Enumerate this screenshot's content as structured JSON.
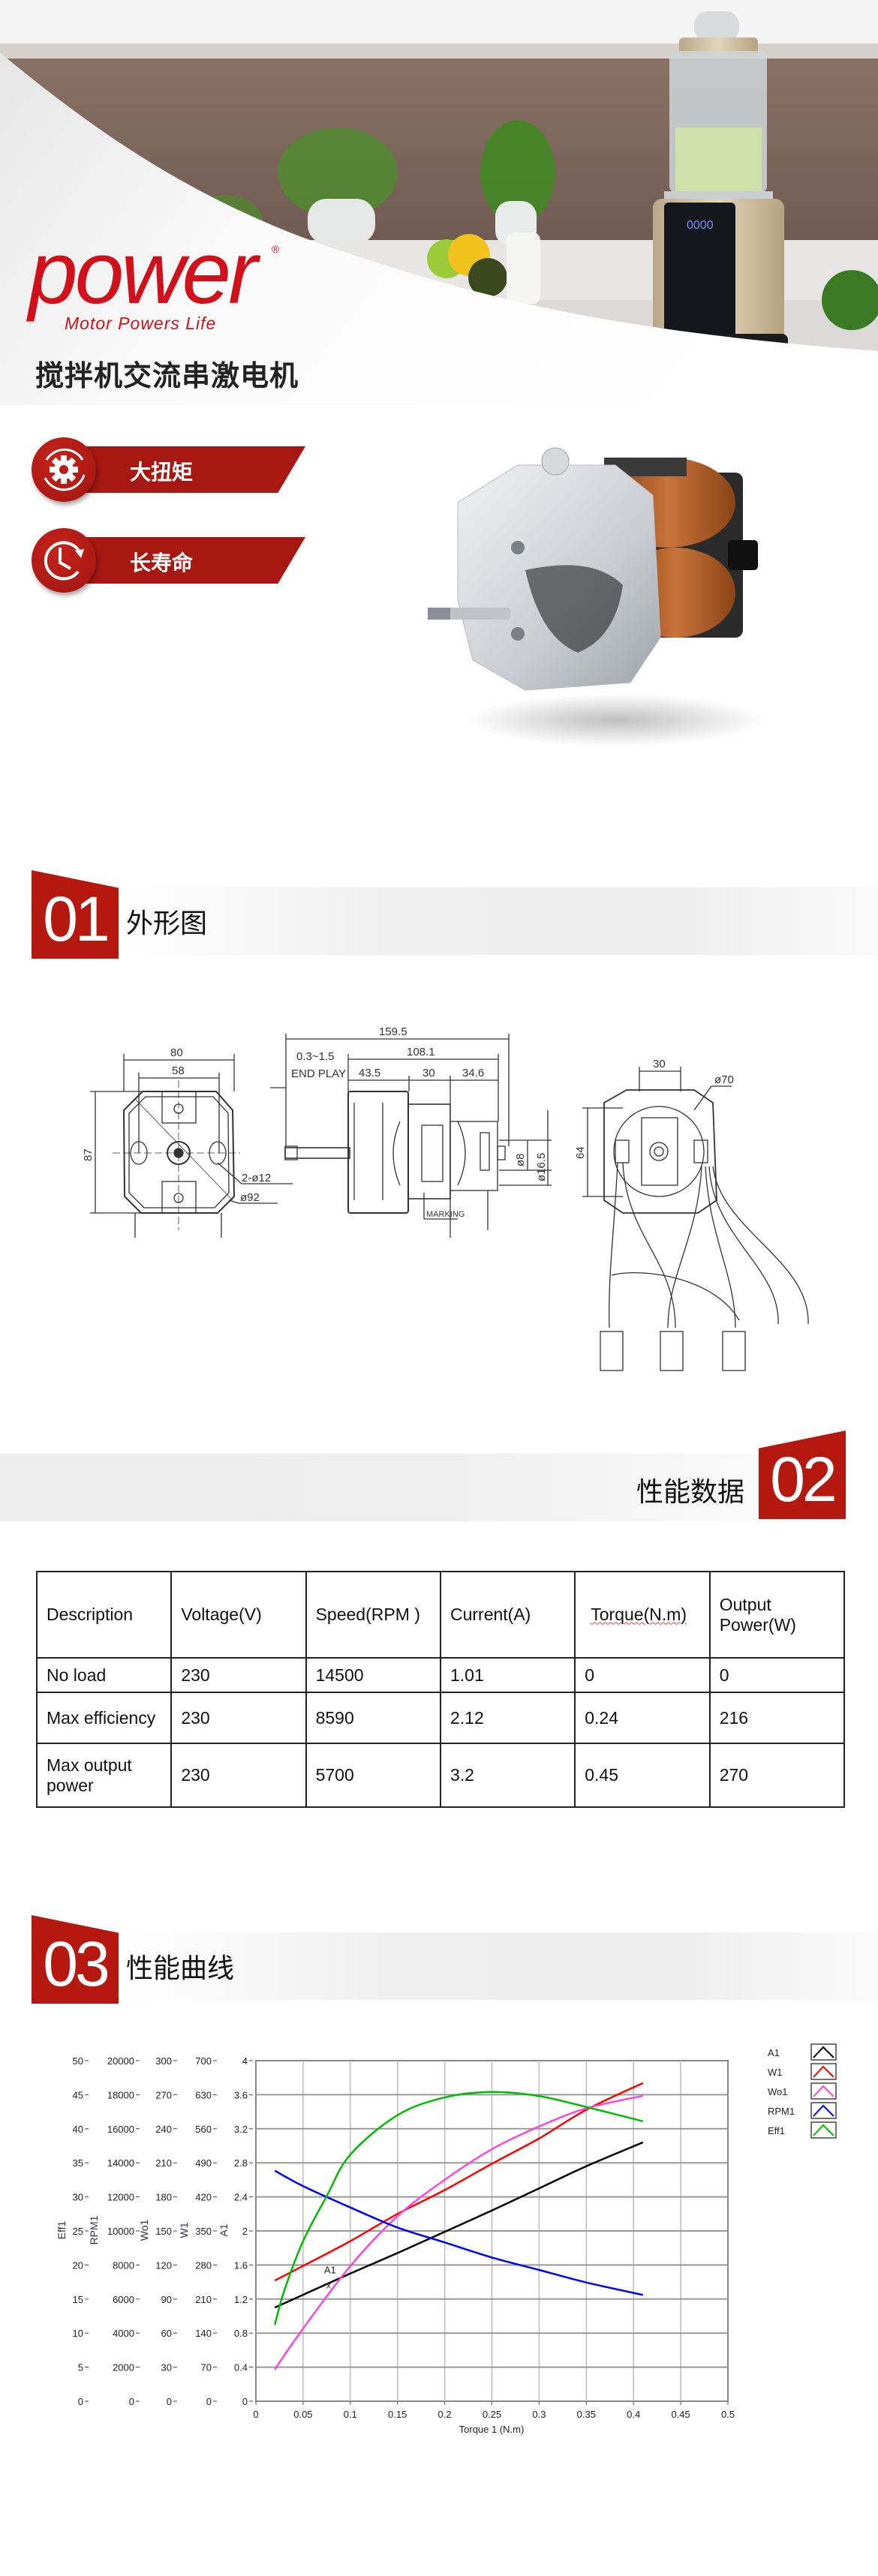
{
  "brand": {
    "logo_text": "power",
    "tagline": "Motor Powers Life",
    "registered": "®",
    "color": "#d0101a"
  },
  "product_title": "搅拌机交流串激电机",
  "hero": {
    "blender_display": "0000"
  },
  "features": [
    {
      "label": "大扭矩",
      "icon": "gear-icon"
    },
    {
      "label": "长寿命",
      "icon": "clock-icon"
    }
  ],
  "sections": [
    {
      "number": "01",
      "title": "外形图"
    },
    {
      "number": "02",
      "title": "性能数据"
    },
    {
      "number": "03",
      "title": "性能曲线"
    }
  ],
  "accent_color": "#b5180f",
  "drawing": {
    "front": {
      "width_outer": "80",
      "width_inner": "58",
      "height": "87",
      "holes": "2-ø12",
      "diameter": "ø92"
    },
    "side": {
      "overall": "159.5",
      "body": "108.1",
      "end_play_value": "0.3~1.5",
      "end_play_label": "END PLAY",
      "seg1": "43.5",
      "seg2": "30",
      "seg3": "34.6",
      "shaft_d": "ø8",
      "hub_d": "ø16.5",
      "marking": "MARKING"
    },
    "end": {
      "width": "30",
      "diameter": "ø70",
      "height": "64"
    }
  },
  "table": {
    "headers": [
      "Description",
      "Voltage(V)",
      "Speed(RPM )",
      "Current(A)",
      "Torque(N.m)",
      "Output Power(W)"
    ],
    "rows": [
      [
        "No load",
        "230",
        "14500",
        "1.01",
        "0",
        "0"
      ],
      [
        "Max efficiency",
        "230",
        "8590",
        "2.12",
        "0.24",
        "216"
      ],
      [
        "Max output power",
        "230",
        "5700",
        "3.2",
        "0.45",
        "270"
      ]
    ]
  },
  "chart_data": {
    "type": "line",
    "xlabel": "Torque 1 (N.m)",
    "xlim": [
      0,
      0.5
    ],
    "xticks": [
      "0",
      "0.05",
      "0.1",
      "0.15",
      "0.2",
      "0.25",
      "0.3",
      "0.35",
      "0.4",
      "0.45",
      "0.5"
    ],
    "grid": true,
    "legend_position": "top-right",
    "y_axes": [
      {
        "label": "Eff1",
        "range": [
          0,
          50
        ],
        "ticks": [
          "0",
          "5",
          "10",
          "15",
          "20",
          "25",
          "30",
          "35",
          "40",
          "45",
          "50"
        ]
      },
      {
        "label": "RPM1",
        "range": [
          0,
          20000
        ],
        "ticks": [
          "0",
          "2000",
          "4000",
          "6000",
          "8000",
          "10000",
          "12000",
          "14000",
          "16000",
          "18000",
          "20000"
        ]
      },
      {
        "label": "Wo1",
        "range": [
          0,
          300
        ],
        "ticks": [
          "0",
          "30",
          "60",
          "90",
          "120",
          "150",
          "180",
          "210",
          "240",
          "270",
          "300"
        ]
      },
      {
        "label": "W1",
        "range": [
          0,
          700
        ],
        "ticks": [
          "0",
          "70",
          "140",
          "210",
          "280",
          "350",
          "420",
          "490",
          "560",
          "630",
          "700"
        ]
      },
      {
        "label": "A1",
        "range": [
          0,
          4
        ],
        "ticks": [
          "0",
          "0.4",
          "0.8",
          "1.2",
          "1.6",
          "2",
          "2.4",
          "2.8",
          "3.2",
          "3.6",
          "4"
        ]
      }
    ],
    "series": [
      {
        "name": "A1",
        "color": "#000000",
        "axis": 4,
        "x": [
          0.02,
          0.05,
          0.1,
          0.15,
          0.2,
          0.25,
          0.3,
          0.35,
          0.41
        ],
        "y": [
          1.1,
          1.25,
          1.5,
          1.74,
          1.99,
          2.24,
          2.5,
          2.76,
          3.04
        ]
      },
      {
        "name": "W1",
        "color": "#ff0000",
        "axis": 3,
        "x": [
          0.02,
          0.05,
          0.1,
          0.15,
          0.2,
          0.25,
          0.3,
          0.35,
          0.41
        ],
        "y": [
          248,
          278,
          329,
          385,
          434,
          488,
          540,
          599,
          654
        ]
      },
      {
        "name": "Wo1",
        "color": "#ff44dd",
        "axis": 2,
        "x": [
          0.02,
          0.05,
          0.1,
          0.15,
          0.2,
          0.25,
          0.3,
          0.35,
          0.41
        ],
        "y": [
          28,
          64,
          119,
          163,
          195,
          222,
          242,
          258,
          269
        ]
      },
      {
        "name": "RPM1",
        "color": "#0000ff",
        "axis": 1,
        "x": [
          0.02,
          0.05,
          0.1,
          0.15,
          0.2,
          0.25,
          0.3,
          0.35,
          0.41
        ],
        "y": [
          13540,
          12630,
          11380,
          10200,
          9325,
          8440,
          7710,
          6975,
          6240
        ]
      },
      {
        "name": "Eff1",
        "color": "#00bb00",
        "axis": 0,
        "x": [
          0.02,
          0.03,
          0.05,
          0.075,
          0.1,
          0.15,
          0.2,
          0.25,
          0.3,
          0.35,
          0.41
        ],
        "y": [
          11.2,
          16.2,
          23.5,
          30.1,
          36.2,
          42.0,
          44.6,
          45.4,
          44.8,
          43.2,
          41.1
        ]
      }
    ],
    "annotations": [
      {
        "text": "A1",
        "x": 0.077,
        "y": 1.36
      }
    ]
  }
}
